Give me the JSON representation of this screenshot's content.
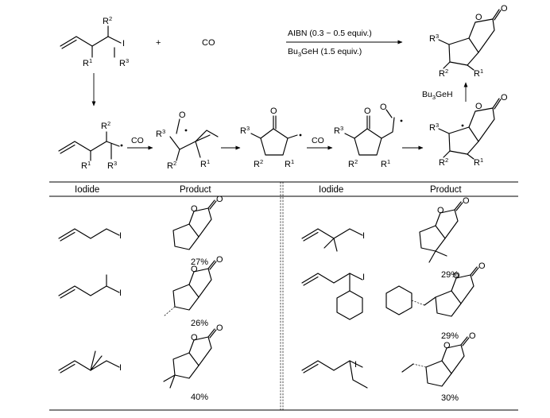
{
  "scheme": {
    "reactant_labels": {
      "r2": "R",
      "r1": "R",
      "r3": "R",
      "iodine": "I",
      "sup2": "2",
      "sup1": "1",
      "sup3": "3"
    },
    "plus": "+",
    "co_reagent": "CO",
    "conditions": {
      "line1": "AIBN (0.3 ~ 0.5 equiv.)",
      "line2_main": "Bu",
      "line2_sub": "3",
      "line2_rest": "GeH (1.5 equiv.)"
    },
    "step_labels": {
      "co_1": "CO",
      "co_2": "CO",
      "reductant_main": "Bu",
      "reductant_sub": "3",
      "reductant_rest": "GeH"
    },
    "atoms": {
      "o": "O"
    }
  },
  "table": {
    "headers": [
      "Iodide",
      "Product",
      "Iodide",
      "Product"
    ],
    "yields": [
      "27%",
      "26%",
      "40%",
      "29%",
      "29%",
      "30%"
    ]
  },
  "colors": {
    "ink": "#000000",
    "background": "#ffffff"
  }
}
